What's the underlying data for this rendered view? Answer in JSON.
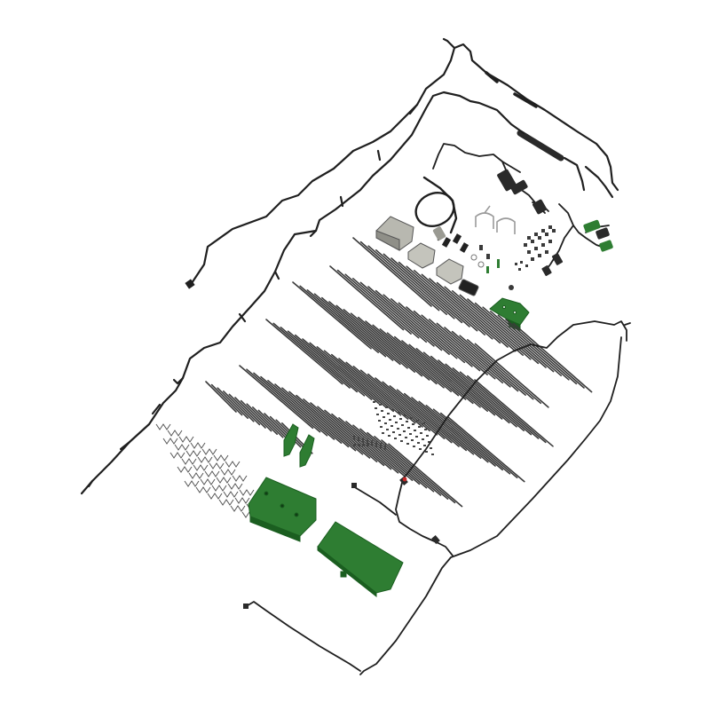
{
  "figure": {
    "kind": "parts-kit exploded view",
    "background": "#ffffff",
    "colors": {
      "harness": "#1f1f1f",
      "rod": "#3a3a3a",
      "bracket_green": "#2e7d32",
      "bracket_green_dark": "#1b5e20",
      "module_gray": "#b8b8b0",
      "hardware": "#555555"
    },
    "parts": [
      {
        "name": "main-wire-harness-outer",
        "icon": "cable-icon"
      },
      {
        "name": "main-wire-harness-inner",
        "icon": "cable-icon"
      },
      {
        "name": "connector-harness-cluster",
        "icon": "connector-icon"
      },
      {
        "name": "coiled-cable",
        "icon": "coil-icon"
      },
      {
        "name": "control-modules",
        "icon": "module-icon"
      },
      {
        "name": "u-bolts",
        "icon": "u-bolt-icon"
      },
      {
        "name": "hardware-fasteners",
        "icon": "bolt-icon"
      },
      {
        "name": "green-mount-brackets",
        "icon": "bracket-icon"
      },
      {
        "name": "green-mount-plates",
        "icon": "plate-icon"
      },
      {
        "name": "rods-set",
        "icon": "rod-icon"
      },
      {
        "name": "clip-set",
        "icon": "clip-icon"
      },
      {
        "name": "lower-harness",
        "icon": "cable-icon"
      }
    ]
  }
}
